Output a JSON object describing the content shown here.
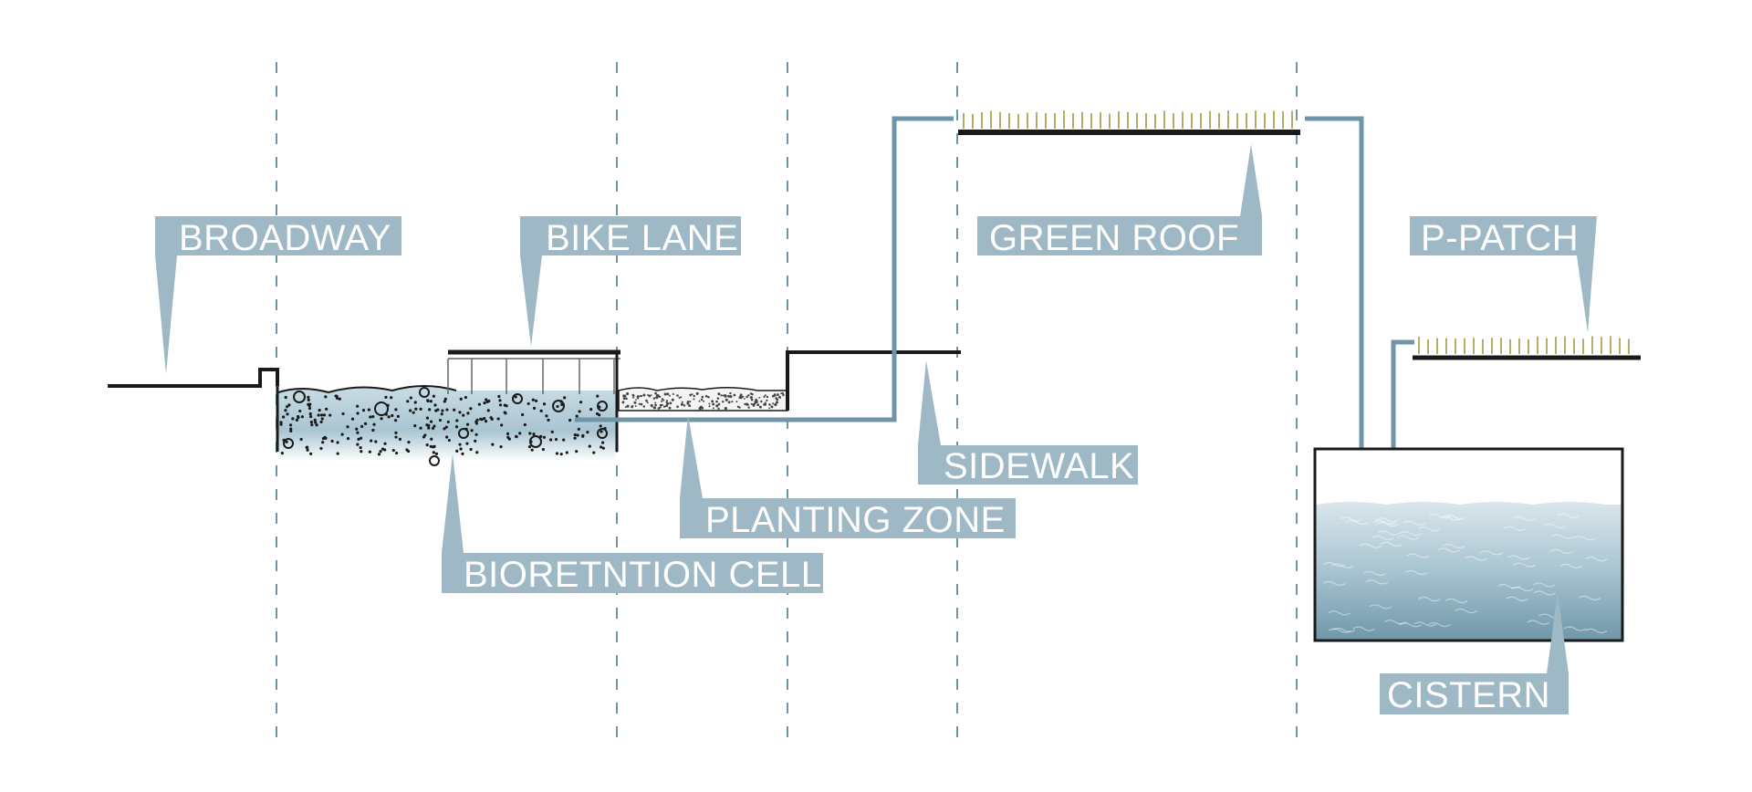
{
  "labels": {
    "broadway": "BROADWAY",
    "bike_lane": "BIKE LANE",
    "green_roof": "GREEN ROOF",
    "p_patch": "P-PATCH",
    "sidewalk": "SIDEWALK",
    "planting_zone": "PLANTING ZONE",
    "bioretention_cell": "BIORETNTION CELL",
    "cistern": "CISTERN"
  },
  "colors": {
    "label_bg": "#9eb9c5",
    "pipe": "#6f95a8",
    "divider": "#6f95a8",
    "outline": "#1a1a1a",
    "grass": "#b6ad6a",
    "water_light": "#dbe7ed",
    "water_dark": "#7ea3b5",
    "soil": "#c8dbe3"
  }
}
